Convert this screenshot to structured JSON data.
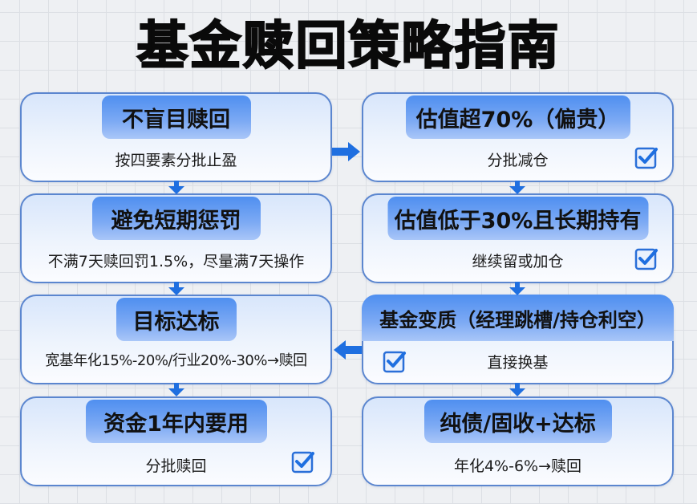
{
  "title": "基金赎回策略指南",
  "colors": {
    "accent": "#1f6fe0",
    "card_border": "#5b86cf",
    "pill_top": "#4f8ff0",
    "pill_bottom": "#a9c6f8",
    "background": "#eef0f3"
  },
  "left_column": [
    {
      "heading": "不盲目赎回",
      "description": "按四要素分批止盈",
      "checked": false
    },
    {
      "heading": "避免短期惩罚",
      "description": "不满7天赎回罚1.5%，尽量满7天操作",
      "checked": false
    },
    {
      "heading": "目标达标",
      "description": "宽基年化15%-20%/行业20%-30%→赎回",
      "checked": false
    },
    {
      "heading": "资金1年内要用",
      "description": "分批赎回",
      "checked": true
    }
  ],
  "right_column": [
    {
      "heading": "估值超70%（偏贵）",
      "description": "分批减仓",
      "checked": true
    },
    {
      "heading": "估值低于30%且长期持有",
      "description": "继续留或加仓",
      "checked": true
    },
    {
      "heading": "基金变质（经理跳槽/持仓利空）",
      "description": "直接换基",
      "checked": true
    },
    {
      "heading": "纯债/固收+达标",
      "description": "年化4%-6%→赎回",
      "checked": false
    }
  ],
  "icons": {
    "checkbox": "checkbox-checked-icon",
    "arrow_right": "arrow-right-icon",
    "arrow_left": "arrow-left-icon",
    "arrow_down": "arrow-down-icon"
  }
}
